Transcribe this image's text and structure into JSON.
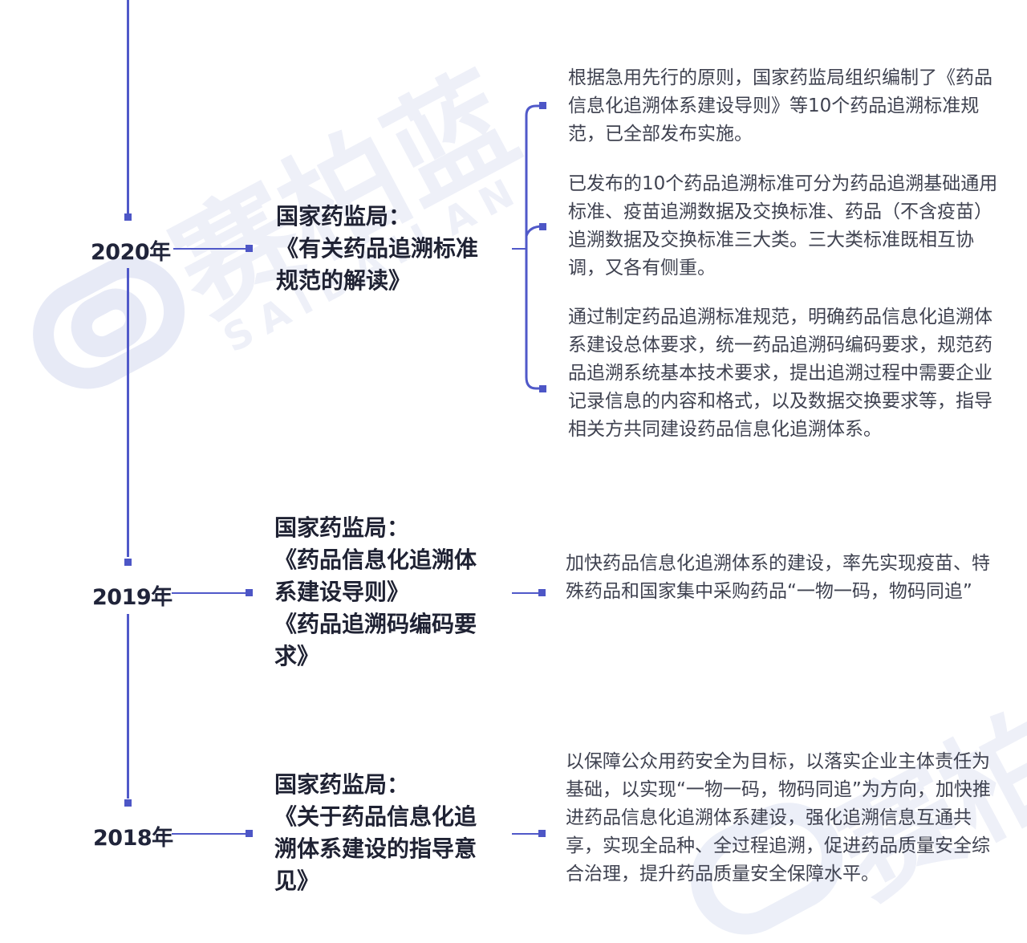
{
  "watermark": {
    "text": "赛柏蓝",
    "subtext": "SAIBAILAN"
  },
  "timeline": [
    {
      "year": "2020年",
      "title": "国家药监局：\n《有关药品追溯标准\n规范的解读》",
      "points": [
        "根据急用先行的原则，国家药监局组织编制了《药品信息化追溯体系建设导则》等10个药品追溯标准规范，已全部发布实施。",
        "已发布的10个药品追溯标准可分为药品追溯基础通用标准、疫苗追溯数据及交换标准、药品（不含疫苗）追溯数据及交换标准三大类。三大类标准既相互协调，又各有侧重。",
        "通过制定药品追溯标准规范，明确药品信息化追溯体系建设总体要求，统一药品追溯码编码要求，规范药品追溯系统基本技术要求，提出追溯过程中需要企业记录信息的内容和格式，以及数据交换要求等，指导相关方共同建设药品信息化追溯体系。"
      ]
    },
    {
      "year": "2019年",
      "title": "国家药监局：\n《药品信息化追溯体\n系建设导则》\n《药品追溯码编码要\n求》",
      "points": [
        "加快药品信息化追溯体系的建设，率先实现疫苗、特殊药品和国家集中采购药品“一物一码，物码同追”"
      ]
    },
    {
      "year": "2018年",
      "title": "国家药监局：\n《关于药品信息化追\n溯体系建设的指导意\n见》",
      "points": [
        "以保障公众用药安全为目标，以落实企业主体责任为基础，以实现“一物一码，物码同追”为方向，加快推进药品信息化追溯体系建设，强化追溯信息互通共享，实现全品种、全过程追溯，促进药品质量安全综合治理，提升药品质量安全保障水平。"
      ]
    }
  ],
  "colors": {
    "line": "#5059c9",
    "text": "#1f2233",
    "desc": "#3f4250",
    "watermark": "#e9ecf7"
  }
}
